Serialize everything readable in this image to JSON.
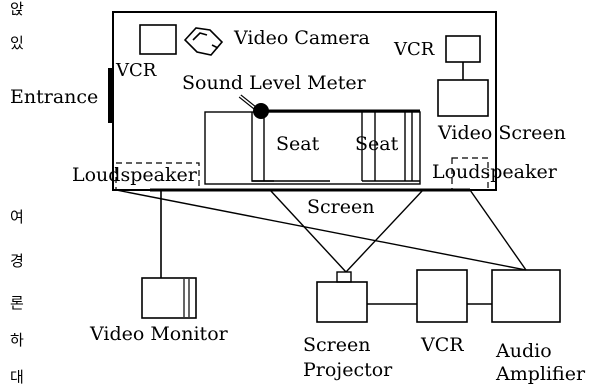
{
  "labels": {
    "video_camera": "Video Camera",
    "vcr_top_right": "VCR",
    "vcr_top_left": "VCR",
    "entrance": "Entrance",
    "sound_level_meter": "Sound Level Meter",
    "seat_left": "Seat",
    "seat_right": "Seat",
    "video_screen": "Video Screen",
    "loudspeaker_left": "Loudspeaker",
    "loudspeaker_right": "Loudspeaker",
    "screen": "Screen",
    "video_monitor": "Video Monitor",
    "screen_projector_line1": "Screen",
    "screen_projector_line2": "Projector",
    "vcr_bottom": "VCR",
    "audio_amplifier_line1": "Audio",
    "audio_amplifier_line2": "Amplifier"
  },
  "margin_text": {
    "top": [
      "앉",
      "있"
    ],
    "bottom": [
      "여",
      "경",
      "론",
      "하",
      "대"
    ]
  }
}
